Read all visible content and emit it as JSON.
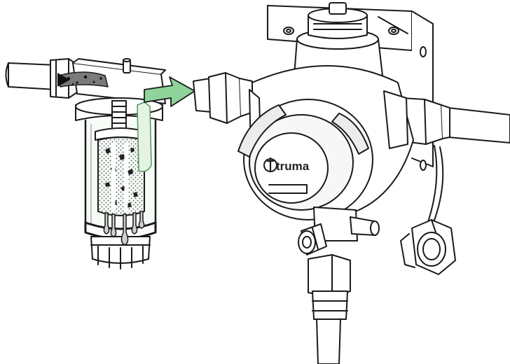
{
  "diagram": {
    "brand_logo_text": "truma",
    "colors": {
      "line": "#1a1a1a",
      "flow_arrow": "#8fd39a",
      "flow_arrow_dark": "#4e9a5b",
      "glass_tint": "#e4f3e4",
      "dirty_gas": "#777777",
      "particles": "#333333",
      "oil_drops": "#555555",
      "body_fill": "#ffffff",
      "shadow_fill": "#e6e6e6"
    },
    "components": [
      "gas-filter",
      "filter-cartridge",
      "gas-pressure-regulator",
      "inlet-pipe",
      "outlet-pipe",
      "mounting-bracket"
    ]
  }
}
